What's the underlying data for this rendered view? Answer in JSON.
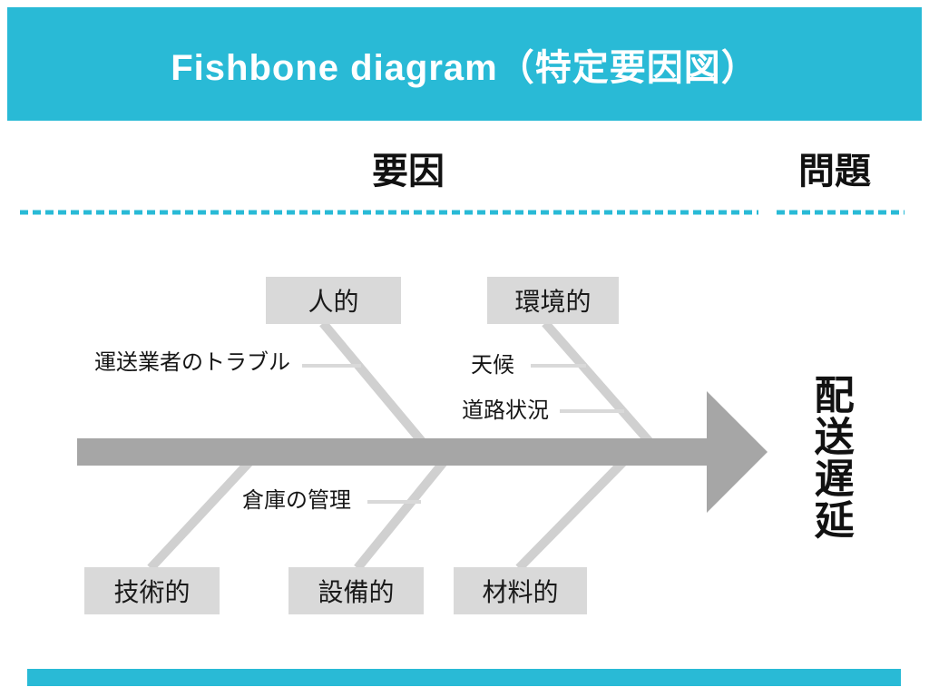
{
  "header": {
    "title": "Fishbone diagram（特定要因図）",
    "bg_color": "#29bad6",
    "text_color": "#ffffff"
  },
  "section_labels": {
    "factors": "要因",
    "problem": "問題"
  },
  "diagram": {
    "type": "fishbone",
    "effect": "配送遅延",
    "categories": [
      {
        "id": "human",
        "label": "人的",
        "side": "top"
      },
      {
        "id": "environmental",
        "label": "環境的",
        "side": "top"
      },
      {
        "id": "technical",
        "label": "技術的",
        "side": "bottom"
      },
      {
        "id": "equipment",
        "label": "設備的",
        "side": "bottom"
      },
      {
        "id": "material",
        "label": "材料的",
        "side": "bottom"
      }
    ],
    "causes": [
      {
        "label": "運送業者のトラブル",
        "category": "人的"
      },
      {
        "label": "天候",
        "category": "環境的"
      },
      {
        "label": "道路状況",
        "category": "環境的"
      },
      {
        "label": "倉庫の管理",
        "category": "設備的"
      }
    ],
    "colors": {
      "accent_cyan": "#29bad6",
      "spine_gray": "#a6a6a6",
      "branch_gray": "#d0d0d0",
      "connector_gray": "#d9d9d9",
      "box_fill": "#d9d9d9",
      "text_black": "#111111"
    }
  }
}
